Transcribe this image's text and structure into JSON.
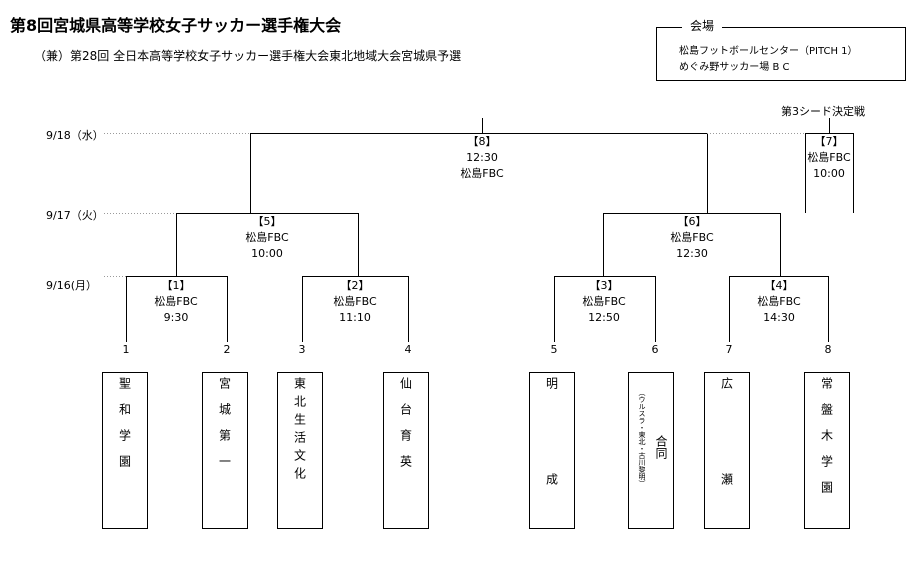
{
  "header": {
    "title": "第8回宮城県高等学校女子サッカー選手権大会",
    "subtitle": "（兼）第28回 全日本高等学校女子サッカー選手権大会東北地域大会宮城県予選"
  },
  "venue": {
    "label": "会場",
    "lines": [
      "松島フットボールセンター（PITCH 1）",
      "めぐみ野サッカー場 B C"
    ]
  },
  "dates": {
    "d918": "9/18（水）",
    "d917": "9/17（火）",
    "d916": "9/16(月）"
  },
  "seed_label": "第3シード決定戦",
  "matches": {
    "m1": {
      "no": "【1】",
      "venue": "松島FBC",
      "time": "9:30"
    },
    "m2": {
      "no": "【2】",
      "venue": "松島FBC",
      "time": "11:10"
    },
    "m3": {
      "no": "【3】",
      "venue": "松島FBC",
      "time": "12:50"
    },
    "m4": {
      "no": "【4】",
      "venue": "松島FBC",
      "time": "14:30"
    },
    "m5": {
      "no": "【5】",
      "venue": "松島FBC",
      "time": "10:00"
    },
    "m6": {
      "no": "【6】",
      "venue": "松島FBC",
      "time": "12:30"
    },
    "m7": {
      "no": "【7】",
      "venue": "松島FBC",
      "time": "10:00"
    },
    "m8": {
      "no": "【8】",
      "venue": "12:30",
      "time": "松島FBC"
    }
  },
  "slots": [
    "1",
    "2",
    "3",
    "4",
    "5",
    "6",
    "7",
    "8"
  ],
  "teams": {
    "t1": "聖和学園",
    "t2": "宮城第一",
    "t3": "東北生活文化",
    "t4": "仙台育英",
    "t5": "明成",
    "t6_note": "（ウルスラ・東北・古川黎明）",
    "t6_main": "合同",
    "t7": "広瀬",
    "t8": "常盤木学園"
  }
}
